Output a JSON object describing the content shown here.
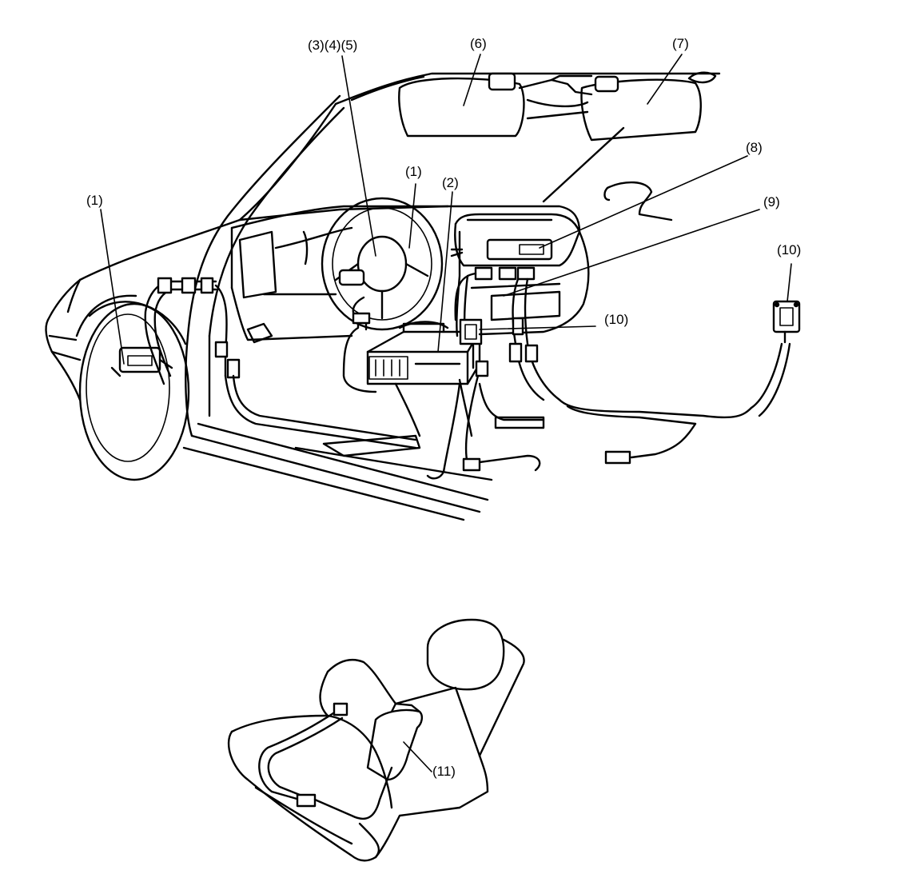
{
  "labels": {
    "l1_left": "(1)",
    "l345": "(3)(4)(5)",
    "l6": "(6)",
    "l7": "(7)",
    "l1_center": "(1)",
    "l2": "(2)",
    "l8": "(8)",
    "l9": "(9)",
    "l10_center": "(10)",
    "l10_right": "(10)",
    "l11": "(11)"
  },
  "colors": {
    "line": "#000000",
    "background": "#ffffff"
  }
}
